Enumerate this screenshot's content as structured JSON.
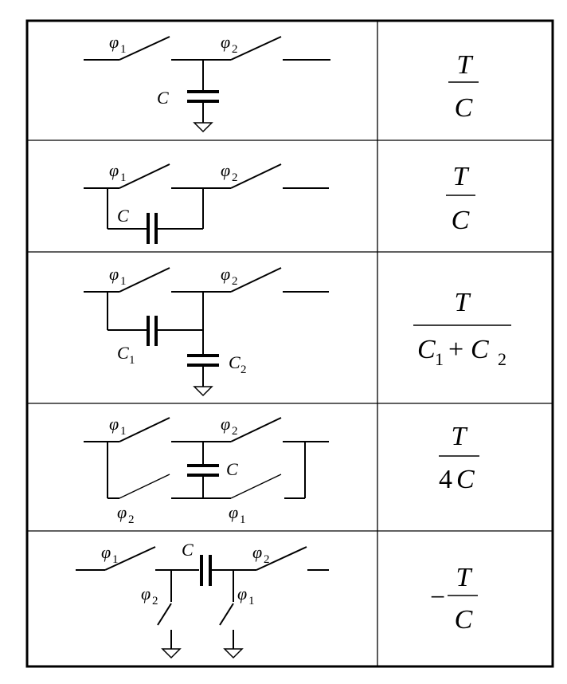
{
  "rows": [
    {
      "labels": {
        "p1": "φ",
        "p1s": "1",
        "p2": "φ",
        "p2s": "2",
        "c": "C"
      },
      "eq": {
        "num": "T",
        "den": "C"
      }
    },
    {
      "labels": {
        "p1": "φ",
        "p1s": "1",
        "p2": "φ",
        "p2s": "2",
        "c": "C"
      },
      "eq": {
        "num": "T",
        "den": "C"
      }
    },
    {
      "labels": {
        "p1": "φ",
        "p1s": "1",
        "p2": "φ",
        "p2s": "2",
        "c1": "C",
        "c1s": "1",
        "c2": "C",
        "c2s": "2"
      },
      "eq": {
        "num": "T",
        "den_a": "C",
        "den_a_sub": "1",
        "plus": "+",
        "den_b": "C",
        "den_b_sub": "2"
      }
    },
    {
      "labels": {
        "p1": "φ",
        "p1s": "1",
        "p2": "φ",
        "p2s": "2",
        "c": "C",
        "p2b": "φ",
        "p2bs": "2",
        "p1b": "φ",
        "p1bs": "1"
      },
      "eq": {
        "num": "T",
        "den_coef": "4",
        "den": "C"
      }
    },
    {
      "labels": {
        "p1": "φ",
        "p1s": "1",
        "c": "C",
        "p2": "φ",
        "p2s": "2",
        "p2b": "φ",
        "p2bs": "2",
        "p1b": "φ",
        "p1bs": "1"
      },
      "eq": {
        "sign": "−",
        "num": "T",
        "den": "C"
      }
    }
  ]
}
